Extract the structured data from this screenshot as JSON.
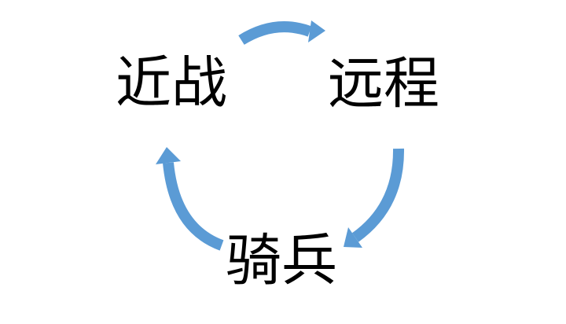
{
  "diagram": {
    "type": "cycle",
    "nodes": [
      {
        "id": "melee",
        "label": "近战"
      },
      {
        "id": "ranged",
        "label": "远程"
      },
      {
        "id": "cavalry",
        "label": "骑兵"
      }
    ],
    "edges": [
      {
        "from": "melee",
        "to": "ranged",
        "icon": "curved-arrow-right"
      },
      {
        "from": "ranged",
        "to": "cavalry",
        "icon": "curved-arrow-down-left"
      },
      {
        "from": "cavalry",
        "to": "melee",
        "icon": "curved-arrow-up"
      }
    ],
    "colors": {
      "arrow": "#5B9BD5",
      "text": "#000000",
      "background": "#FFFFFF"
    }
  }
}
